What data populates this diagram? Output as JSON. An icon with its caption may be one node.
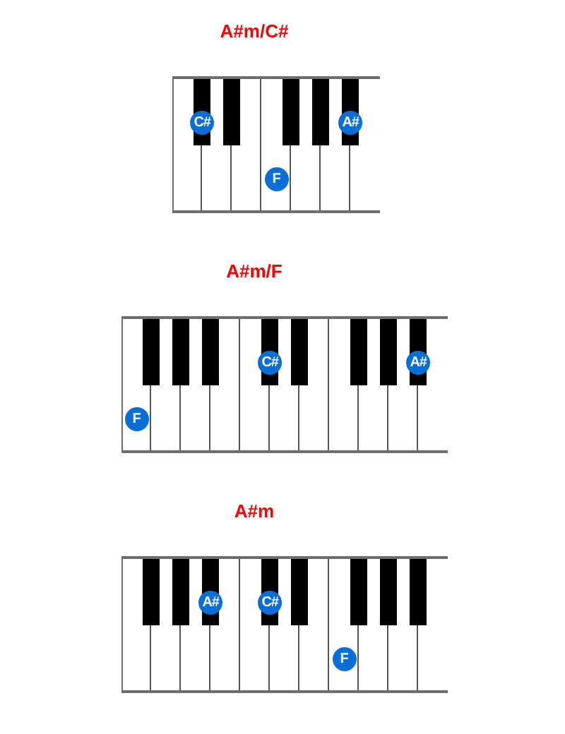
{
  "diagram": {
    "nodes": [
      {
        "text": [
          "A#m/C#"
        ]
      },
      {
        "text": [
          "C#"
        ],
        "in": 0
      },
      {
        "text": [
          "A#"
        ],
        "in": 0
      },
      {
        "text": [
          "F"
        ],
        "in": 0
      },
      {
        "text": [
          "A#m/F"
        ]
      },
      {
        "text": [
          "C#"
        ],
        "in": 4
      },
      {
        "text": [
          "A#"
        ],
        "in": 4
      },
      {
        "text": [
          "F"
        ],
        "in": 4
      },
      {
        "text": [
          "A#m"
        ]
      },
      {
        "text": [
          "A#"
        ],
        "in": 8
      },
      {
        "text": [
          "C#"
        ],
        "in": 8
      },
      {
        "text": [
          "F"
        ],
        "in": 8
      }
    ]
  }
}
